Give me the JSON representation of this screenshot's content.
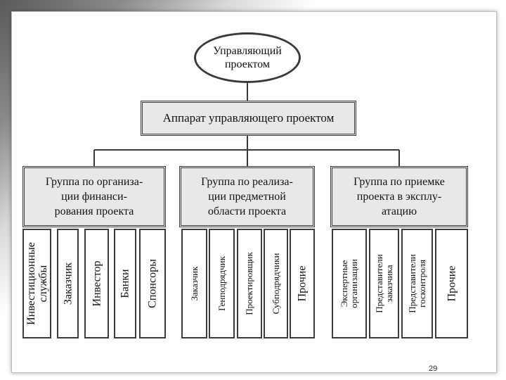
{
  "root": {
    "label": "Управляющий\nпроектом"
  },
  "apparatus": {
    "label": "Аппарат управляющего проектом"
  },
  "groups": [
    {
      "label": "Группа по организа-\nции финанси-\nрования проекта",
      "items": [
        "Инвестиционные\nслужбы",
        "Заказчик",
        "Инвестор",
        "Банки",
        "Спонсоры"
      ]
    },
    {
      "label": "Группа по реализа-\nции предметной\nобласти проекта",
      "items": [
        "Заказчик",
        "Генподрядчик",
        "Проектировщик",
        "Субподрядчики",
        "Прочие"
      ]
    },
    {
      "label": "Группа по приемке\nпроекта в эксплу-\nатацию",
      "items": [
        "Экспертные\nорганизации",
        "Представители\nзаказчика",
        "Представители\nгосконтроля",
        "Прочие"
      ]
    }
  ],
  "page_number": "29"
}
